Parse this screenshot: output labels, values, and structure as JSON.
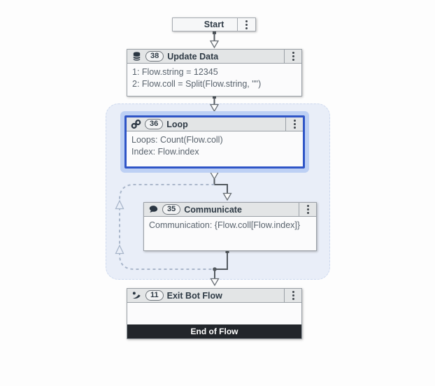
{
  "canvas": {
    "background": "#fdfdfd"
  },
  "start_node": {
    "label": "Start"
  },
  "nodes": [
    {
      "id": "update-data",
      "icon": "database-icon",
      "badge": "38",
      "title": "Update Data",
      "lines": [
        "1: Flow.string = 12345",
        "2: Flow.coll = Split(Flow.string, \"\")"
      ]
    },
    {
      "id": "loop",
      "icon": "loop-icon",
      "badge": "36",
      "title": "Loop",
      "selected": true,
      "lines": [
        "Loops: Count(Flow.coll)",
        "Index: Flow.index"
      ]
    },
    {
      "id": "communicate",
      "icon": "chat-bubble-icon",
      "badge": "35",
      "title": "Communicate",
      "lines": [
        "Communication: {Flow.coll[Flow.index]}"
      ]
    },
    {
      "id": "exit-bot-flow",
      "icon": "exit-icon",
      "badge": "11",
      "title": "Exit Bot Flow",
      "lines": [],
      "footer": "End of Flow"
    }
  ],
  "colors": {
    "selection_border": "#2f55c7",
    "selection_halo": "#bdd0f4",
    "loop_scope_background": "#e9eef8",
    "node_header": "#e3e5e6",
    "connector": "#53595f",
    "loopback_connector": "#a9b6ca",
    "end_of_flow_bar": "#22262b"
  }
}
